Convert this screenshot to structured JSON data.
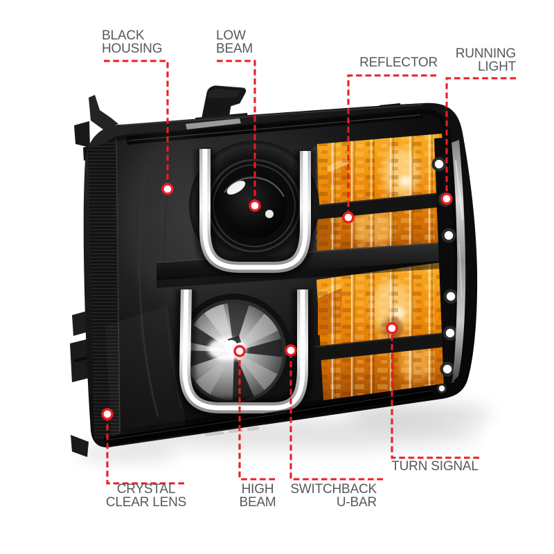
{
  "image_kind": "annotated-product-callout-diagram",
  "subject": "black housing projector headlight with amber reflectors",
  "style": {
    "background_hex": "#ffffff",
    "leader_line_hex": "#ec1c24",
    "label_text_hex": "#57585b",
    "housing_hex": "#0d0d0d",
    "amber_hex": "#ef8c08",
    "u_bar_hex": "#f2f2f2",
    "led_dot_hex": "#ffffff"
  },
  "callouts": [
    {
      "id": "black-housing",
      "lines": [
        "BLACK",
        "HOUSING"
      ]
    },
    {
      "id": "low-beam",
      "lines": [
        "LOW",
        "BEAM"
      ]
    },
    {
      "id": "reflector",
      "lines": [
        "REFLECTOR"
      ]
    },
    {
      "id": "running-light",
      "lines": [
        "RUNNING",
        "LIGHT"
      ]
    },
    {
      "id": "turn-signal",
      "lines": [
        "TURN SIGNAL"
      ]
    },
    {
      "id": "switchback-u-bar",
      "lines": [
        "SWITCHBACK",
        "U-BAR"
      ]
    },
    {
      "id": "high-beam",
      "lines": [
        "HIGH",
        "BEAM"
      ]
    },
    {
      "id": "crystal-clear-lens",
      "lines": [
        "CRYSTAL",
        "CLEAR LENS"
      ]
    }
  ]
}
